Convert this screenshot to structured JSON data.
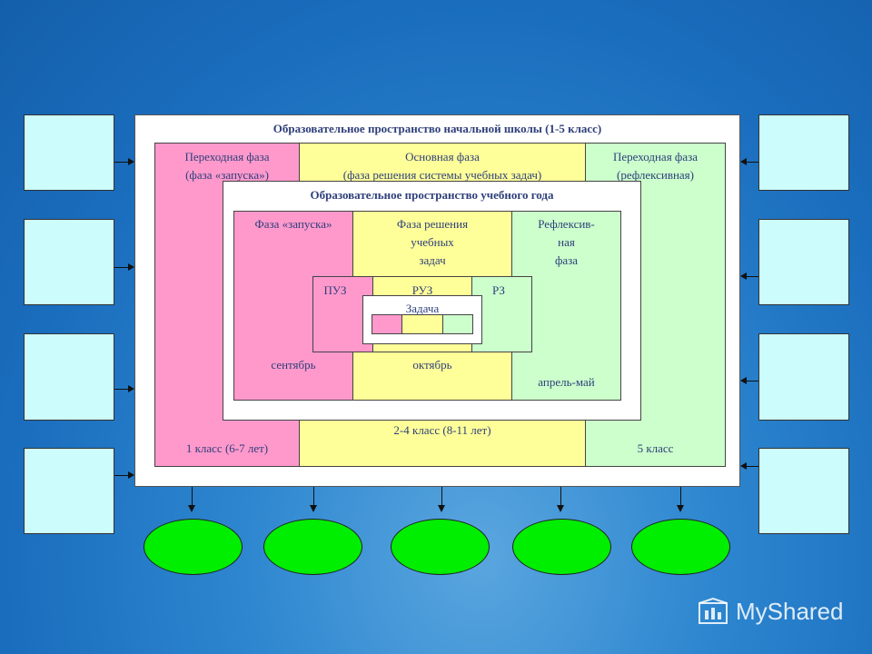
{
  "outer": {
    "title": "Образовательное пространство начальной школы (1-5 класс)"
  },
  "columns": {
    "left": {
      "title_line1": "Переходная фаза",
      "title_line2": "(фаза «запуска»)",
      "bottom": "1 класс (6-7 лет)"
    },
    "middle": {
      "title_line1": "Основная фаза",
      "title_line2": "(фаза решения системы учебных задач)",
      "bottom": "2-4 класс (8-11 лет)"
    },
    "right": {
      "title_line1": "Переходная фаза",
      "title_line2": "(рефлексивная)",
      "bottom": "5 класс"
    }
  },
  "year": {
    "title": "Образовательное пространство учебного года",
    "launch": {
      "title": "Фаза «запуска»",
      "month": "сентябрь"
    },
    "solve": {
      "line1": "Фаза решения",
      "line2": "учебных",
      "line3": "задач",
      "month": "октябрь"
    },
    "reflex": {
      "line1": "Рефлексив-",
      "line2": "ная",
      "line3": "фаза",
      "month": "апрель-май"
    }
  },
  "task": {
    "puz": "ПУЗ",
    "ruz": "РУЗ",
    "rz": "РЗ",
    "label": "Задача"
  },
  "watermark": {
    "text": "MyShared"
  },
  "colors": {
    "pink": "#ff99cc",
    "yellow": "#ffff99",
    "green": "#ccffcc",
    "cyan": "#ccfcfc",
    "ellipse": "#00ee00"
  }
}
